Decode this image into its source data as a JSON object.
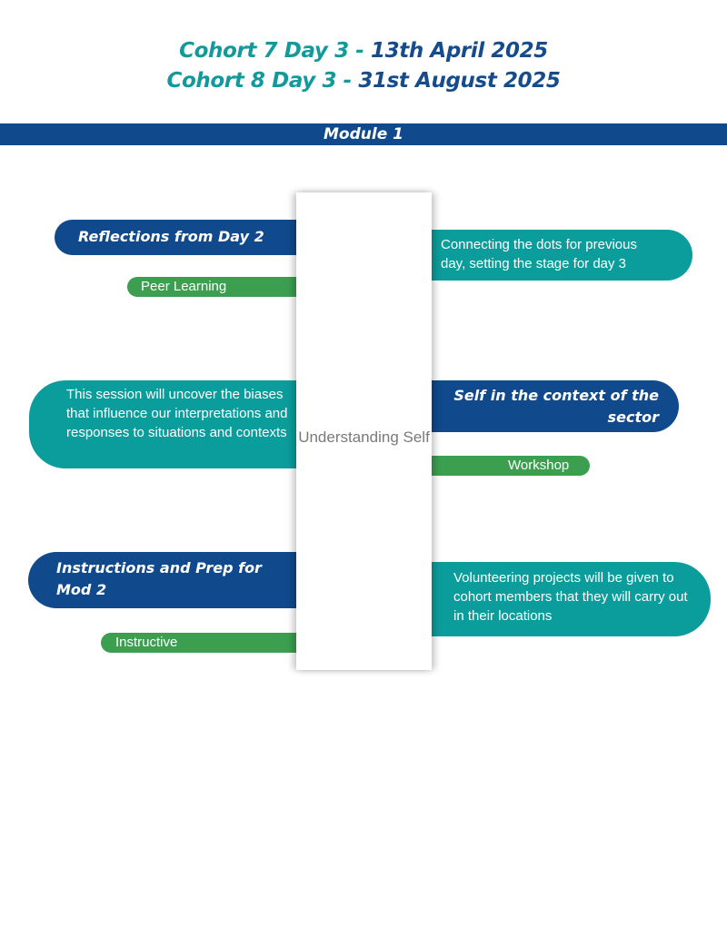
{
  "header": {
    "line1_cohort": "Cohort 7 Day 3 -",
    "line1_date": "13th April 2025",
    "line2_cohort": "Cohort 8 Day 3 -",
    "line2_date": "31st August 2025"
  },
  "module": {
    "title": "Module 1"
  },
  "center": {
    "label": "Understanding Self"
  },
  "sessions": [
    {
      "title": "Reflections from Day 2",
      "type": "Peer Learning",
      "description": "Connecting the dots for previous day, setting the stage for day 3"
    },
    {
      "title": "Self in the context of the sector",
      "type": "Workshop",
      "description": "This session will uncover the biases that influence our interpretations and responses to situations and contexts"
    },
    {
      "title": "Instructions and Prep for Mod 2",
      "type": "Instructive",
      "description": "Volunteering projects will be given to cohort members that they will carry out in their locations"
    }
  ],
  "colors": {
    "navy": "#104a8c",
    "teal": "#0b9d9b",
    "green": "#3c9f50",
    "header_teal": "#12999a",
    "header_navy": "#174c8c",
    "center_text": "#7a7a7a"
  }
}
